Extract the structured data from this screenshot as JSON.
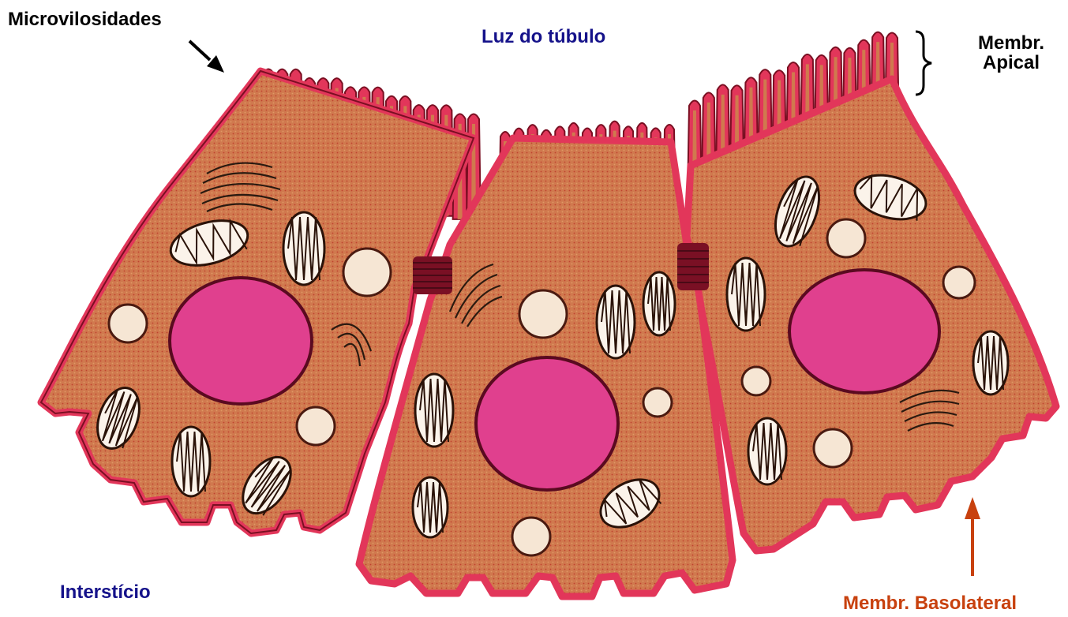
{
  "labels": {
    "microvilli": "Microvilosidades",
    "lumen": "Luz do túbulo",
    "apical_line1": "Membr.",
    "apical_line2": "Apical",
    "interstitium": "Interstício",
    "basolateral": "Membr. Basolateral"
  },
  "colors": {
    "cytoplasm": "#d0794e",
    "cytoplasm_dot": "#c0412f",
    "membrane": "#e2365a",
    "membrane_dark": "#7a0f22",
    "nucleus": "#e0408e",
    "vesicle": "#f6e6d4",
    "junction": "#7a1024",
    "label_black": "#000000",
    "label_blue": "#15128a",
    "label_red": "#c8410e"
  },
  "figure": {
    "cells": 3,
    "organelles": [
      "nucleus",
      "mitochondria",
      "golgi",
      "vesicles",
      "microvilli",
      "tight-junction"
    ]
  }
}
